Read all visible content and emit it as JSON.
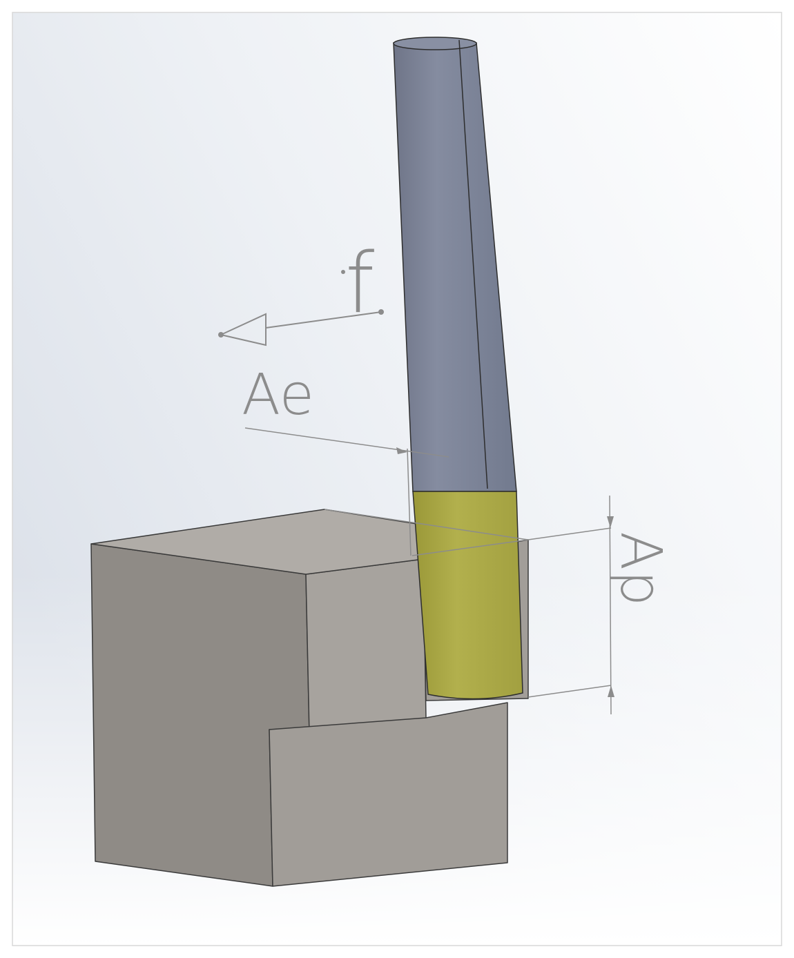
{
  "labels": {
    "feed": "f",
    "radial_depth": "Ae",
    "axial_depth": "Ap"
  },
  "colors": {
    "tool_shank": "#7e8598",
    "tool_cutter": "#aaa846",
    "block_left_face": "#8f8b86",
    "block_front_face": "#a7a39e",
    "block_top_face": "#b0aca7",
    "annotation": "#8c8c8c"
  }
}
